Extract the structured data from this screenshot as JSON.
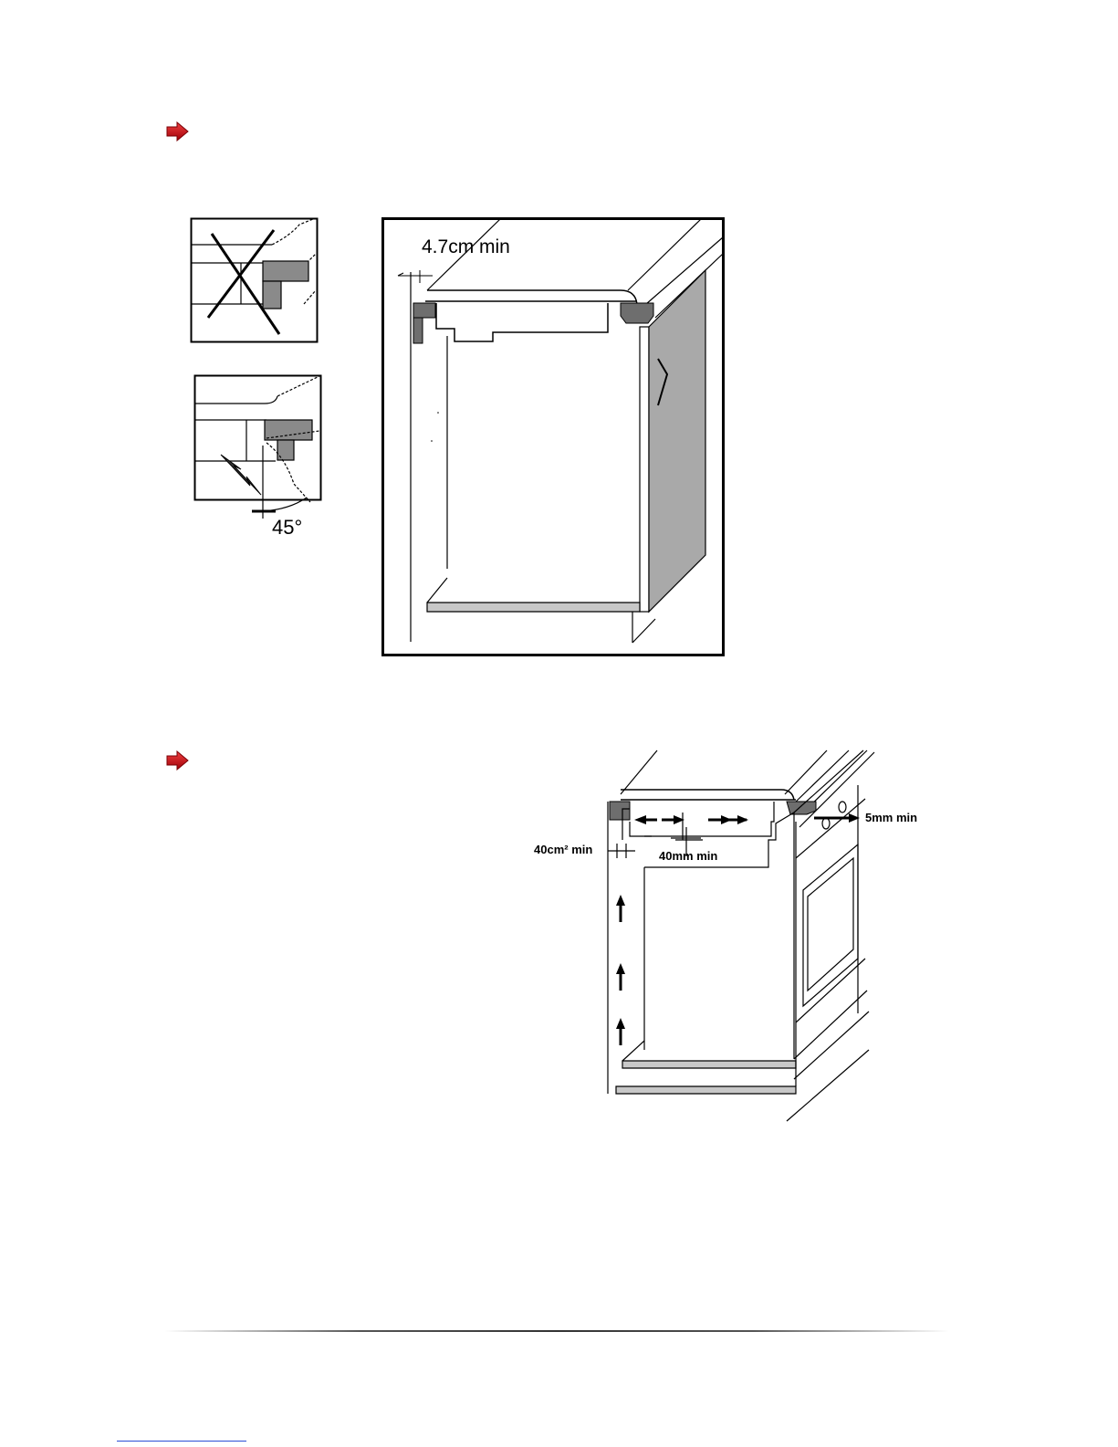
{
  "icons": {
    "bullet_1": "red-arrow-bullet-icon",
    "bullet_2": "red-arrow-bullet-icon",
    "bullet_color": "#d4151b"
  },
  "figure_main": {
    "clearance_label": "4.7cm min"
  },
  "figure_detail_angle": {
    "angle_label": "45°"
  },
  "figure_ventilation": {
    "area_label": "40cm² min",
    "gap_label": "40mm min",
    "side_label": "5mm min"
  },
  "colors": {
    "panel_gray": "#a9a9a9",
    "dark_gray": "#6e6e6e",
    "light_gray": "#c8c8c8"
  }
}
